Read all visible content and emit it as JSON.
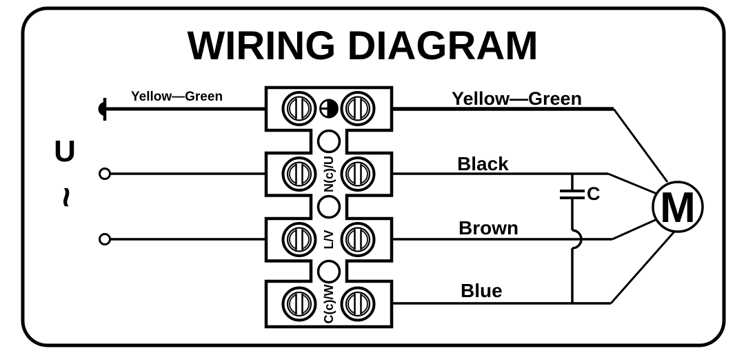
{
  "title": "WIRING DIAGRAM",
  "power_source": {
    "voltage_label": "U",
    "ac_label": "~"
  },
  "wires": {
    "earth_left": "Yellow—Green",
    "earth_right": "Yellow—Green",
    "black": "Black",
    "brown": "Brown",
    "blue": "Blue"
  },
  "terminal_block": {
    "terminal_labels": [
      "N(c)/U",
      "L/V",
      "C(c)/W"
    ]
  },
  "capacitor": {
    "label": "C"
  },
  "motor": {
    "label": "M"
  },
  "colors": {
    "ink": "#000000",
    "background": "#ffffff"
  }
}
